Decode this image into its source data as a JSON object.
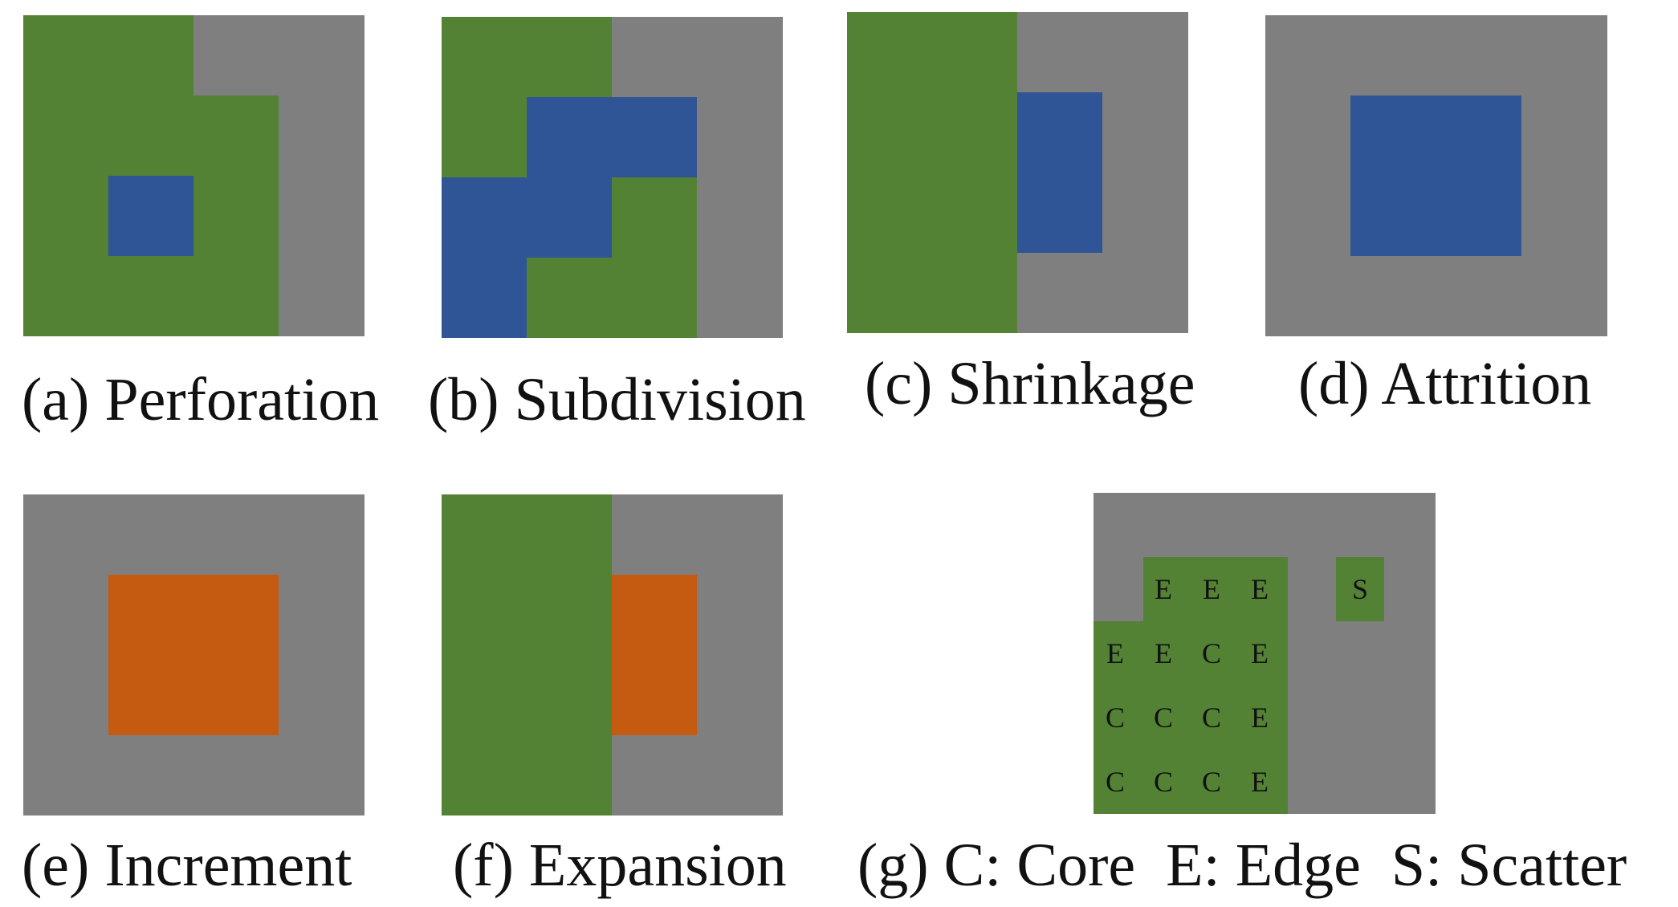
{
  "colors": {
    "gray": "#7f7f7f",
    "green": "#548235",
    "blue": "#2f5597",
    "orange": "#c55a11"
  },
  "captions": {
    "a": "(a) Perforation",
    "b": "(b) Subdivision",
    "c": "(c) Shrinkage",
    "d": "(d) Attrition",
    "e": "(e) Increment",
    "f": "(f) Expansion",
    "g": "(g) C: Core  E: Edge  S: Scatter"
  },
  "panel_g_cells": {
    "row1": [
      "E",
      "E",
      "E"
    ],
    "row2": [
      "E",
      "E",
      "C",
      "E"
    ],
    "row3": [
      "C",
      "C",
      "C",
      "E"
    ],
    "row4": [
      "C",
      "C",
      "C",
      "E"
    ],
    "scatter": "S"
  }
}
